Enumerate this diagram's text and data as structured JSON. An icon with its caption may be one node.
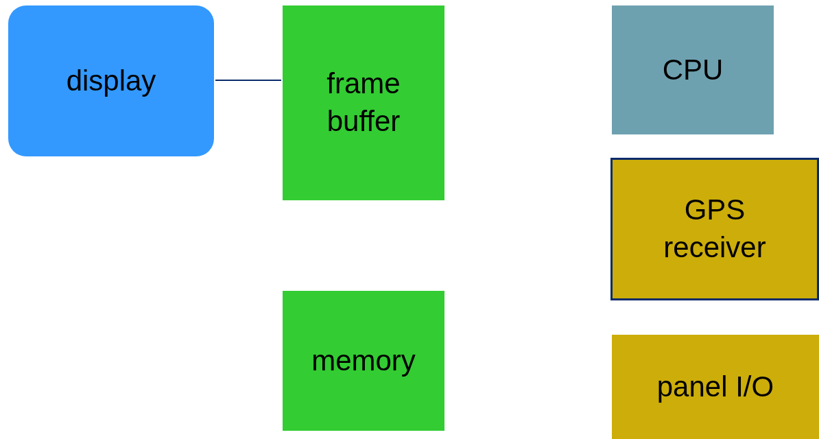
{
  "diagram": {
    "nodes": [
      {
        "text": [
          "display"
        ]
      },
      {
        "text": [
          "frame buffer"
        ]
      },
      {
        "text": [
          "CPU"
        ]
      },
      {
        "text": [
          "GPS receiver"
        ]
      },
      {
        "text": [
          "memory"
        ]
      },
      {
        "text": [
          "panel I/O"
        ]
      }
    ],
    "edges": [
      {
        "from": 0,
        "to": 1,
        "arrow": "none"
      }
    ]
  }
}
